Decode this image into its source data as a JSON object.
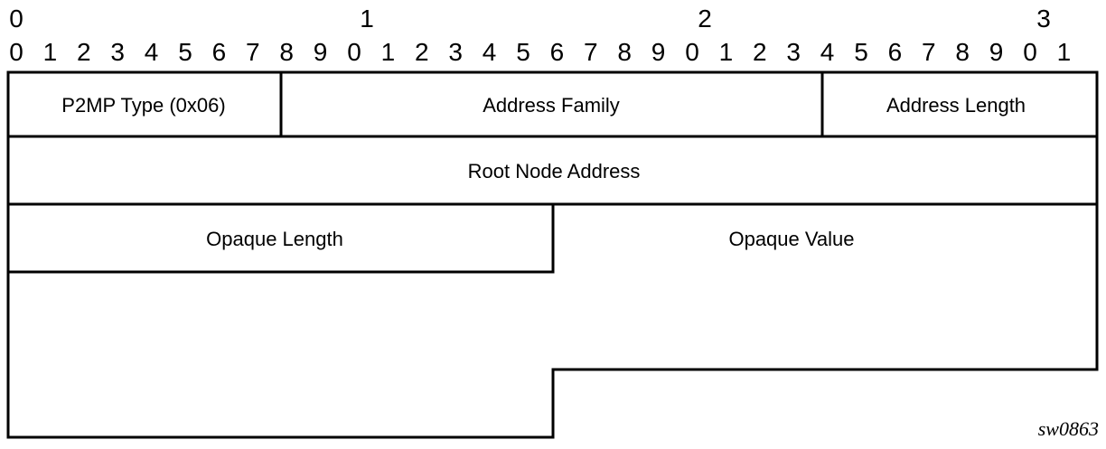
{
  "header": {
    "tens_digits": [
      "0",
      "1",
      "2",
      "3"
    ],
    "bit_digits": [
      "0",
      "1",
      "2",
      "3",
      "4",
      "5",
      "6",
      "7",
      "8",
      "9",
      "0",
      "1",
      "2",
      "3",
      "4",
      "5",
      "6",
      "7",
      "8",
      "9",
      "0",
      "1",
      "2",
      "3",
      "4",
      "5",
      "6",
      "7",
      "8",
      "9",
      "0",
      "1"
    ]
  },
  "fields": {
    "p2mp_type": "P2MP Type (0x06)",
    "address_family": "Address Family",
    "address_length": "Address Length",
    "root_node_address": "Root Node Address",
    "opaque_length": "Opaque Length",
    "opaque_value": "Opaque Value"
  },
  "figure_id": "sw0863"
}
